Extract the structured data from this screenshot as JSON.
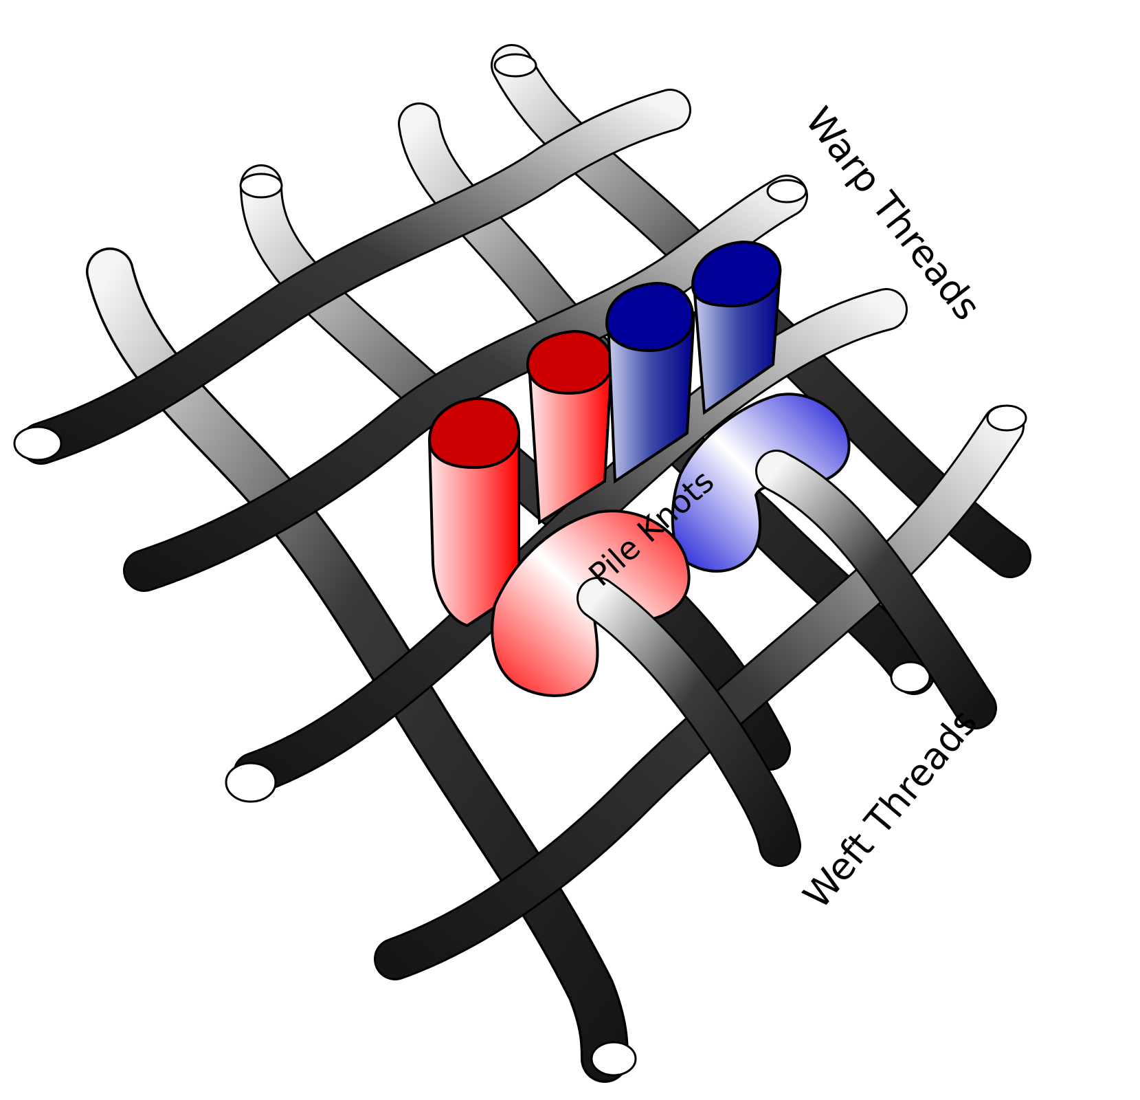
{
  "labels": {
    "warp": "Warp Threads",
    "weft": "Weft Threads",
    "pile_knots": "Pile Knots"
  },
  "colors": {
    "thread_dark": "#2e2e2e",
    "thread_light": "#f2f2f2",
    "thread_outline": "#000000",
    "red_dark": "#cc0000",
    "red_bright": "#ff1a1a",
    "red_light": "#ffe0e0",
    "blue_dark": "#000099",
    "blue_mid": "#4455bb",
    "blue_light": "#ccd0ee"
  }
}
